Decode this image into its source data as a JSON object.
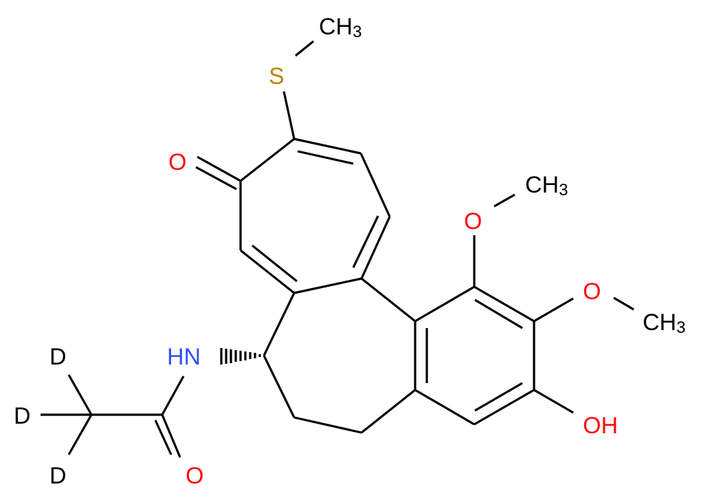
{
  "diagram": {
    "type": "chemical-structure",
    "description": "N-acetyl-d3 thiocolchicine derivative with hydroxyl (colchicine scaffold)",
    "colors": {
      "carbon_bond": "#000000",
      "oxygen": "#ff0d0d",
      "nitrogen": "#3050f8",
      "sulfur": "#b8860b",
      "deuterium": "#000000"
    },
    "labels": {
      "s_methyl": "CH",
      "s_methyl_sub": "3",
      "sulfur": "S",
      "ketone_o": "O",
      "ome1_o": "O",
      "ome1_ch": "CH",
      "ome1_sub": "3",
      "ome2_o": "O",
      "ome2_ch": "CH",
      "ome2_sub": "3",
      "hydroxyl": "OH",
      "amide_nh": "HN",
      "amide_o": "O",
      "d1": "D",
      "d2": "D",
      "d3": "D"
    }
  }
}
